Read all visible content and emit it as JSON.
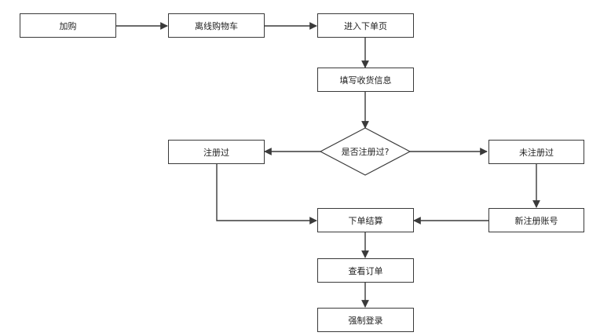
{
  "diagram": {
    "nodes": {
      "add_to_cart": "加购",
      "offline_cart": "离线购物车",
      "enter_order_page": "进入下单页",
      "fill_shipping_info": "填写收货信息",
      "registered_question": "是否注册过?",
      "registered": "注册过",
      "not_registered": "未注册过",
      "new_account": "新注册账号",
      "checkout": "下单结算",
      "view_order": "查看订单",
      "force_login": "强制登录"
    },
    "colors": {
      "line": "#3a3a3a",
      "border": "#3a3a3a",
      "background": "#ffffff"
    }
  }
}
